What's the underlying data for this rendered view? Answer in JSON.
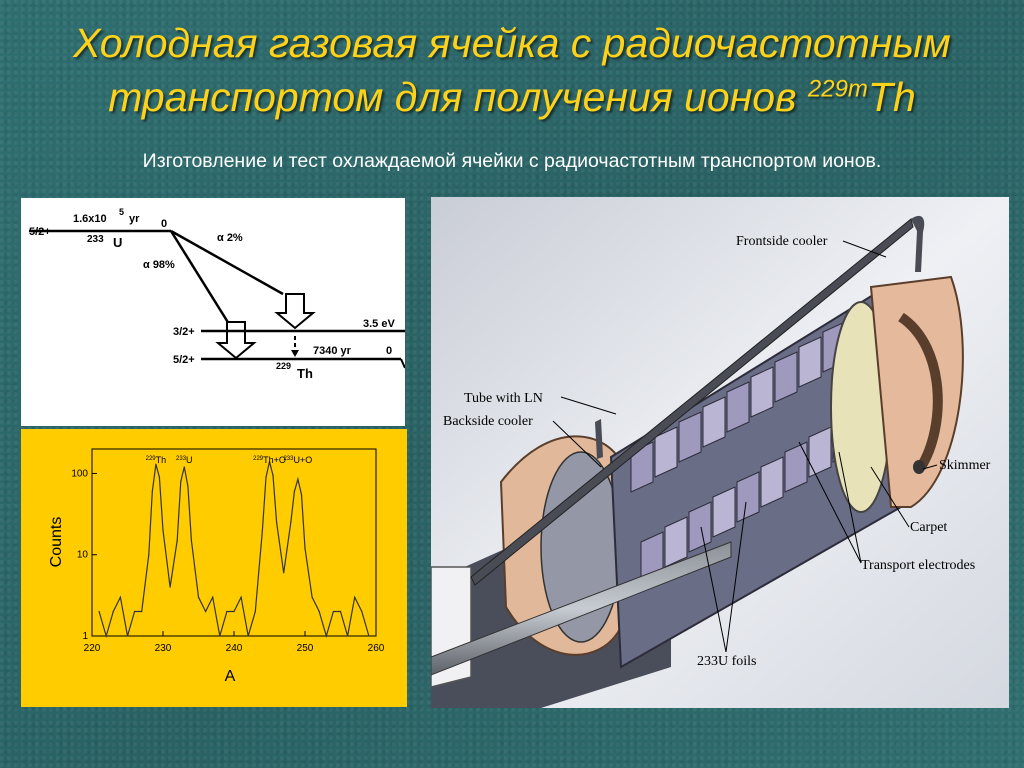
{
  "title": {
    "line1": "Холодная газовая ячейка с радиочастотным",
    "line2_text": "транспортом для получения ионов ",
    "line2_sup": "229m",
    "line2_end": "Th"
  },
  "subtitle": "Изготовление и тест охлаждаемой ячейки с радиочастотным транспортом ионов.",
  "decay_scheme": {
    "u233_spin": "5/2+",
    "u233_halflife": "1.6x10",
    "u233_halflife_exp": "5",
    "u233_halflife_unit": "yr",
    "u233_mass": "233",
    "u233_symbol": "U",
    "u233_energy": "0",
    "alpha_2": "α 2%",
    "alpha_98": "α 98%",
    "level_isomer_spin": "3/2+",
    "level_isomer_energy": "3.5 eV",
    "level_ground_spin": "5/2+",
    "th229_halflife": "7340 yr",
    "th229_energy": "0",
    "th229_mass": "229",
    "th229_symbol": "Th"
  },
  "chart_data": {
    "type": "line",
    "ylabel": "Counts",
    "xlabel": "A",
    "xlim": [
      220,
      260
    ],
    "ylim": [
      1,
      200
    ],
    "yscale": "log",
    "x_ticks": [
      "220",
      "230",
      "240",
      "250",
      "260"
    ],
    "y_ticks": [
      "1",
      "10",
      "100"
    ],
    "annotations": [
      {
        "sup": "229",
        "text": "Th",
        "x": 229
      },
      {
        "sup": "233",
        "text": "U",
        "x": 233
      },
      {
        "sup": "229",
        "text": "Th+O",
        "x": 245
      },
      {
        "sup": "233",
        "text": "U+O",
        "x": 249
      }
    ],
    "series": [
      {
        "x": [
          221,
          222,
          223,
          224,
          225,
          226,
          227,
          228,
          228.5,
          229,
          229.5,
          230,
          231,
          232,
          232.5,
          233,
          233.5,
          234,
          235,
          236,
          237,
          238,
          239,
          240,
          241,
          242,
          243,
          244,
          244.5,
          245,
          245.5,
          246,
          247,
          248,
          248.5,
          249,
          249.5,
          250,
          251,
          252,
          253,
          254,
          255,
          256,
          257,
          258,
          259
        ],
        "values": [
          2,
          1,
          2,
          3,
          1,
          2,
          2,
          10,
          60,
          130,
          90,
          20,
          4,
          15,
          80,
          120,
          70,
          15,
          3,
          2,
          3,
          1,
          2,
          2,
          3,
          1,
          2,
          20,
          90,
          140,
          95,
          25,
          6,
          25,
          60,
          85,
          55,
          12,
          3,
          2,
          1,
          2,
          2,
          1,
          3,
          2,
          1
        ]
      }
    ]
  },
  "cell_labels": {
    "frontside_cooler": "Frontside cooler",
    "tube_ln": "Tube with LN",
    "backside_cooler": "Backside cooler",
    "skimmer": "Skimmer",
    "carpet": "Carpet",
    "transport_electrodes": "Transport electrodes",
    "foils": "233U foils"
  }
}
